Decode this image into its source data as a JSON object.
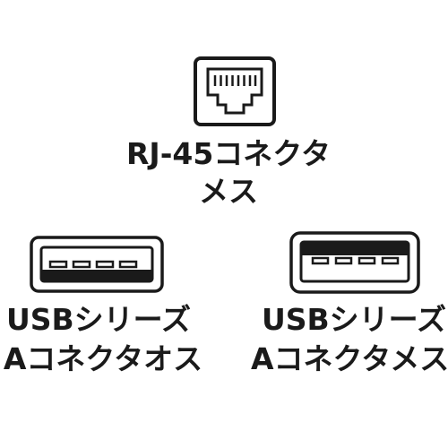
{
  "rj45": {
    "icon": "rj45-jack-icon",
    "name_line1": "RJ-45コネクタ",
    "name_line2": "メス"
  },
  "usb_male": {
    "icon": "usb-a-plug-icon",
    "name_line1": "USBシリーズ",
    "name_line2": "Aコネクタオス"
  },
  "usb_female": {
    "icon": "usb-a-receptacle-icon",
    "name_line1": "USBシリーズ",
    "name_line2": "Aコネクタメス"
  },
  "colors": {
    "outline": "#1a1a1a",
    "background": "#ffffff"
  }
}
